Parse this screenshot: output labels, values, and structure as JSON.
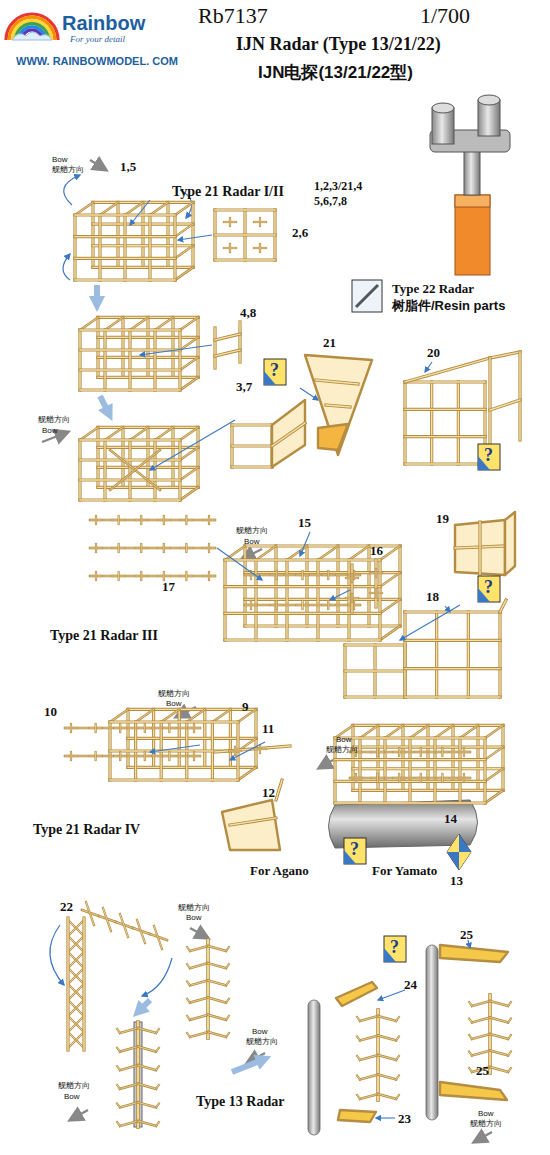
{
  "diagram": {
    "title": "IJN Radar (Type 13/21/22)",
    "labels": [
      "Rainbow",
      "For your detail",
      "WWW. RAINBOWMODEL. COM",
      "Rb7137",
      "1/700",
      "IJN电探(13/21/22型)",
      "Bow",
      "舰艏方向",
      "1,5",
      "Type 21 Radar I/II",
      "1,2,3/21,4",
      "5,6,7,8",
      "2,6",
      "Type 22 Radar",
      "树脂件/Resin parts",
      "4,8",
      "舰艏方向",
      "Bow",
      "3,7",
      "?",
      "21",
      "20",
      "?",
      "19",
      "?",
      "18",
      "舰艏方向",
      "Bow",
      "15",
      "16",
      "17",
      "Type 21 Radar III",
      "9",
      "舰艏方向",
      "Bow",
      "10",
      "11",
      "12",
      "Bow",
      "舰艏方向",
      "14",
      "13",
      "Type 21 Radar IV",
      "?",
      "For Agano",
      "For Yamato",
      "22",
      "舰艏方向",
      "Bow",
      "25",
      "?",
      "24",
      "舰艏方向",
      "Bow",
      "Bow",
      "舰艏方向",
      "25",
      "Type 13 Radar",
      "Bow",
      "舰艏方向",
      "23"
    ]
  }
}
